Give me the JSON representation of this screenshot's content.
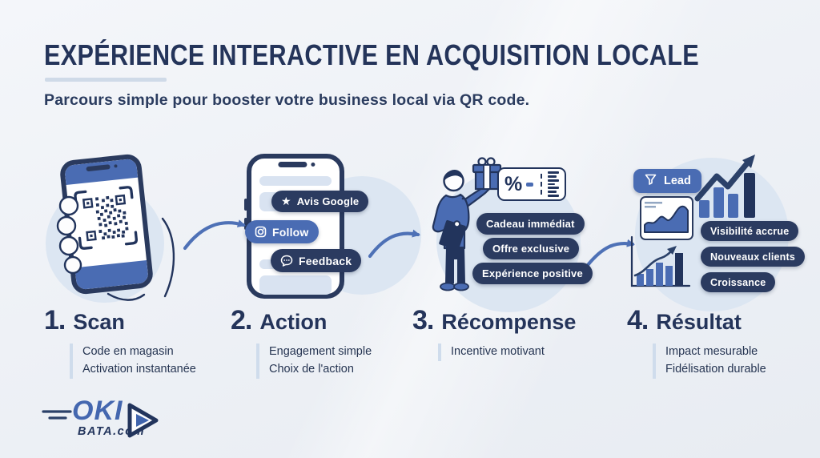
{
  "header": {
    "title": "EXPÉRIENCE INTERACTIVE EN ACQUISITION LOCALE",
    "subtitle": "Parcours simple pour booster votre business local via QR code."
  },
  "flow": {
    "action_pills": {
      "avis_google": "Avis Google",
      "follow": "Follow",
      "feedback": "Feedback"
    },
    "reward_pills": {
      "gift": "Cadeau immédiat",
      "offer": "Offre exclusive",
      "experience": "Expérience positive"
    },
    "result": {
      "lead_badge": "Lead",
      "pills": {
        "visibility": "Visibilité accrue",
        "clients": "Nouveaux clients",
        "growth": "Croissance"
      }
    },
    "coupon_percent": "%"
  },
  "steps": [
    {
      "number": "1.",
      "title": "Scan",
      "lines": [
        "Code en magasin",
        "Activation instantanée"
      ]
    },
    {
      "number": "2.",
      "title": "Action",
      "lines": [
        "Engagement simple",
        "Choix de l'action"
      ]
    },
    {
      "number": "3.",
      "title": "Récompense",
      "lines": [
        "Incentive motivant"
      ]
    },
    {
      "number": "4.",
      "title": "Résultat",
      "lines": [
        "Impact mesurable",
        "Fidélisation durable"
      ]
    }
  ],
  "logo": {
    "brand": "OKI",
    "domain": "BATA.com"
  },
  "colors": {
    "navy": "#22345c",
    "blue": "#4a6cb3",
    "light_blue": "#dce6f2",
    "background": "#eef1f6"
  }
}
